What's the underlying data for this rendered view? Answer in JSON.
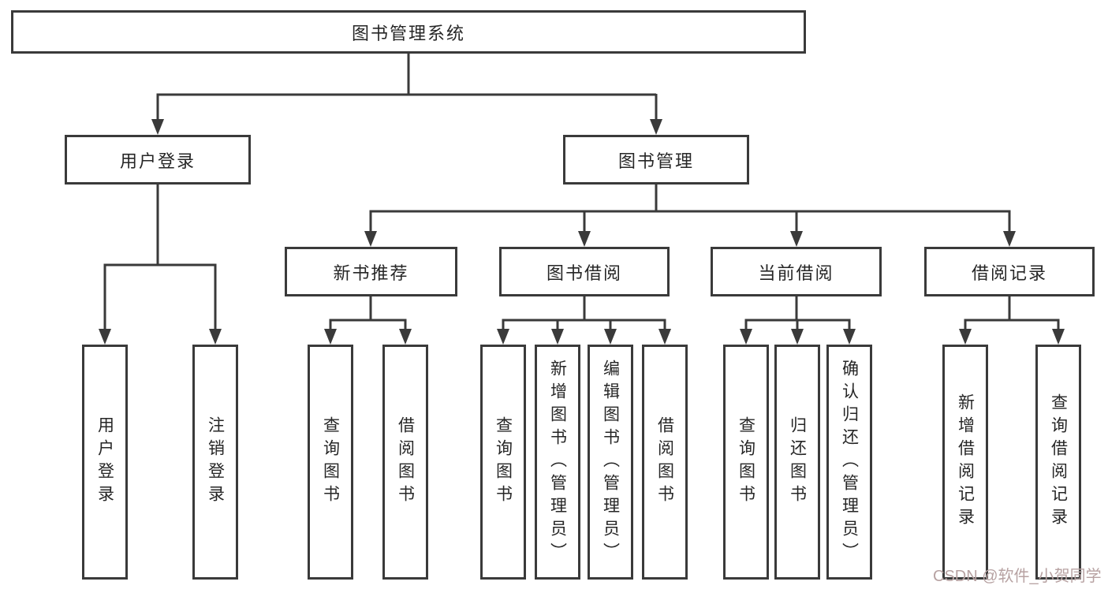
{
  "diagram": {
    "colors": {
      "line": "#3a3a3a",
      "box_border": "#3a3a3a",
      "text": "#262626",
      "watermark": "#b7a2a2",
      "background": "#ffffff"
    },
    "nodes": {
      "root": {
        "label": "图书管理系统"
      },
      "branches": [
        {
          "label": "用户登录"
        },
        {
          "label": "图书管理"
        }
      ],
      "sections": [
        {
          "label": "新书推荐"
        },
        {
          "label": "图书借阅"
        },
        {
          "label": "当前借阅"
        },
        {
          "label": "借阅记录"
        }
      ],
      "leaves": [
        {
          "label": "用户登录"
        },
        {
          "label": "注销登录"
        },
        {
          "label": "查询图书"
        },
        {
          "label": "借阅图书"
        },
        {
          "label": "查询图书"
        },
        {
          "label": "新增图书（管理员）"
        },
        {
          "label": "编辑图书（管理员）"
        },
        {
          "label": "借阅图书"
        },
        {
          "label": "查询图书"
        },
        {
          "label": "归还图书"
        },
        {
          "label": "确认归还（管理员）"
        },
        {
          "label": "新增借阅记录"
        },
        {
          "label": "查询借阅记录"
        }
      ]
    },
    "watermark": "CSDN @软件_小贺同学",
    "tree": {
      "root": "图书管理系统",
      "children": [
        {
          "name": "用户登录",
          "children": [
            "用户登录",
            "注销登录"
          ]
        },
        {
          "name": "图书管理",
          "children": [
            {
              "name": "新书推荐",
              "children": [
                "查询图书",
                "借阅图书"
              ]
            },
            {
              "name": "图书借阅",
              "children": [
                "查询图书",
                "新增图书（管理员）",
                "编辑图书（管理员）",
                "借阅图书"
              ]
            },
            {
              "name": "当前借阅",
              "children": [
                "查询图书",
                "归还图书",
                "确认归还（管理员）"
              ]
            },
            {
              "name": "借阅记录",
              "children": [
                "新增借阅记录",
                "查询借阅记录"
              ]
            }
          ]
        }
      ]
    }
  }
}
